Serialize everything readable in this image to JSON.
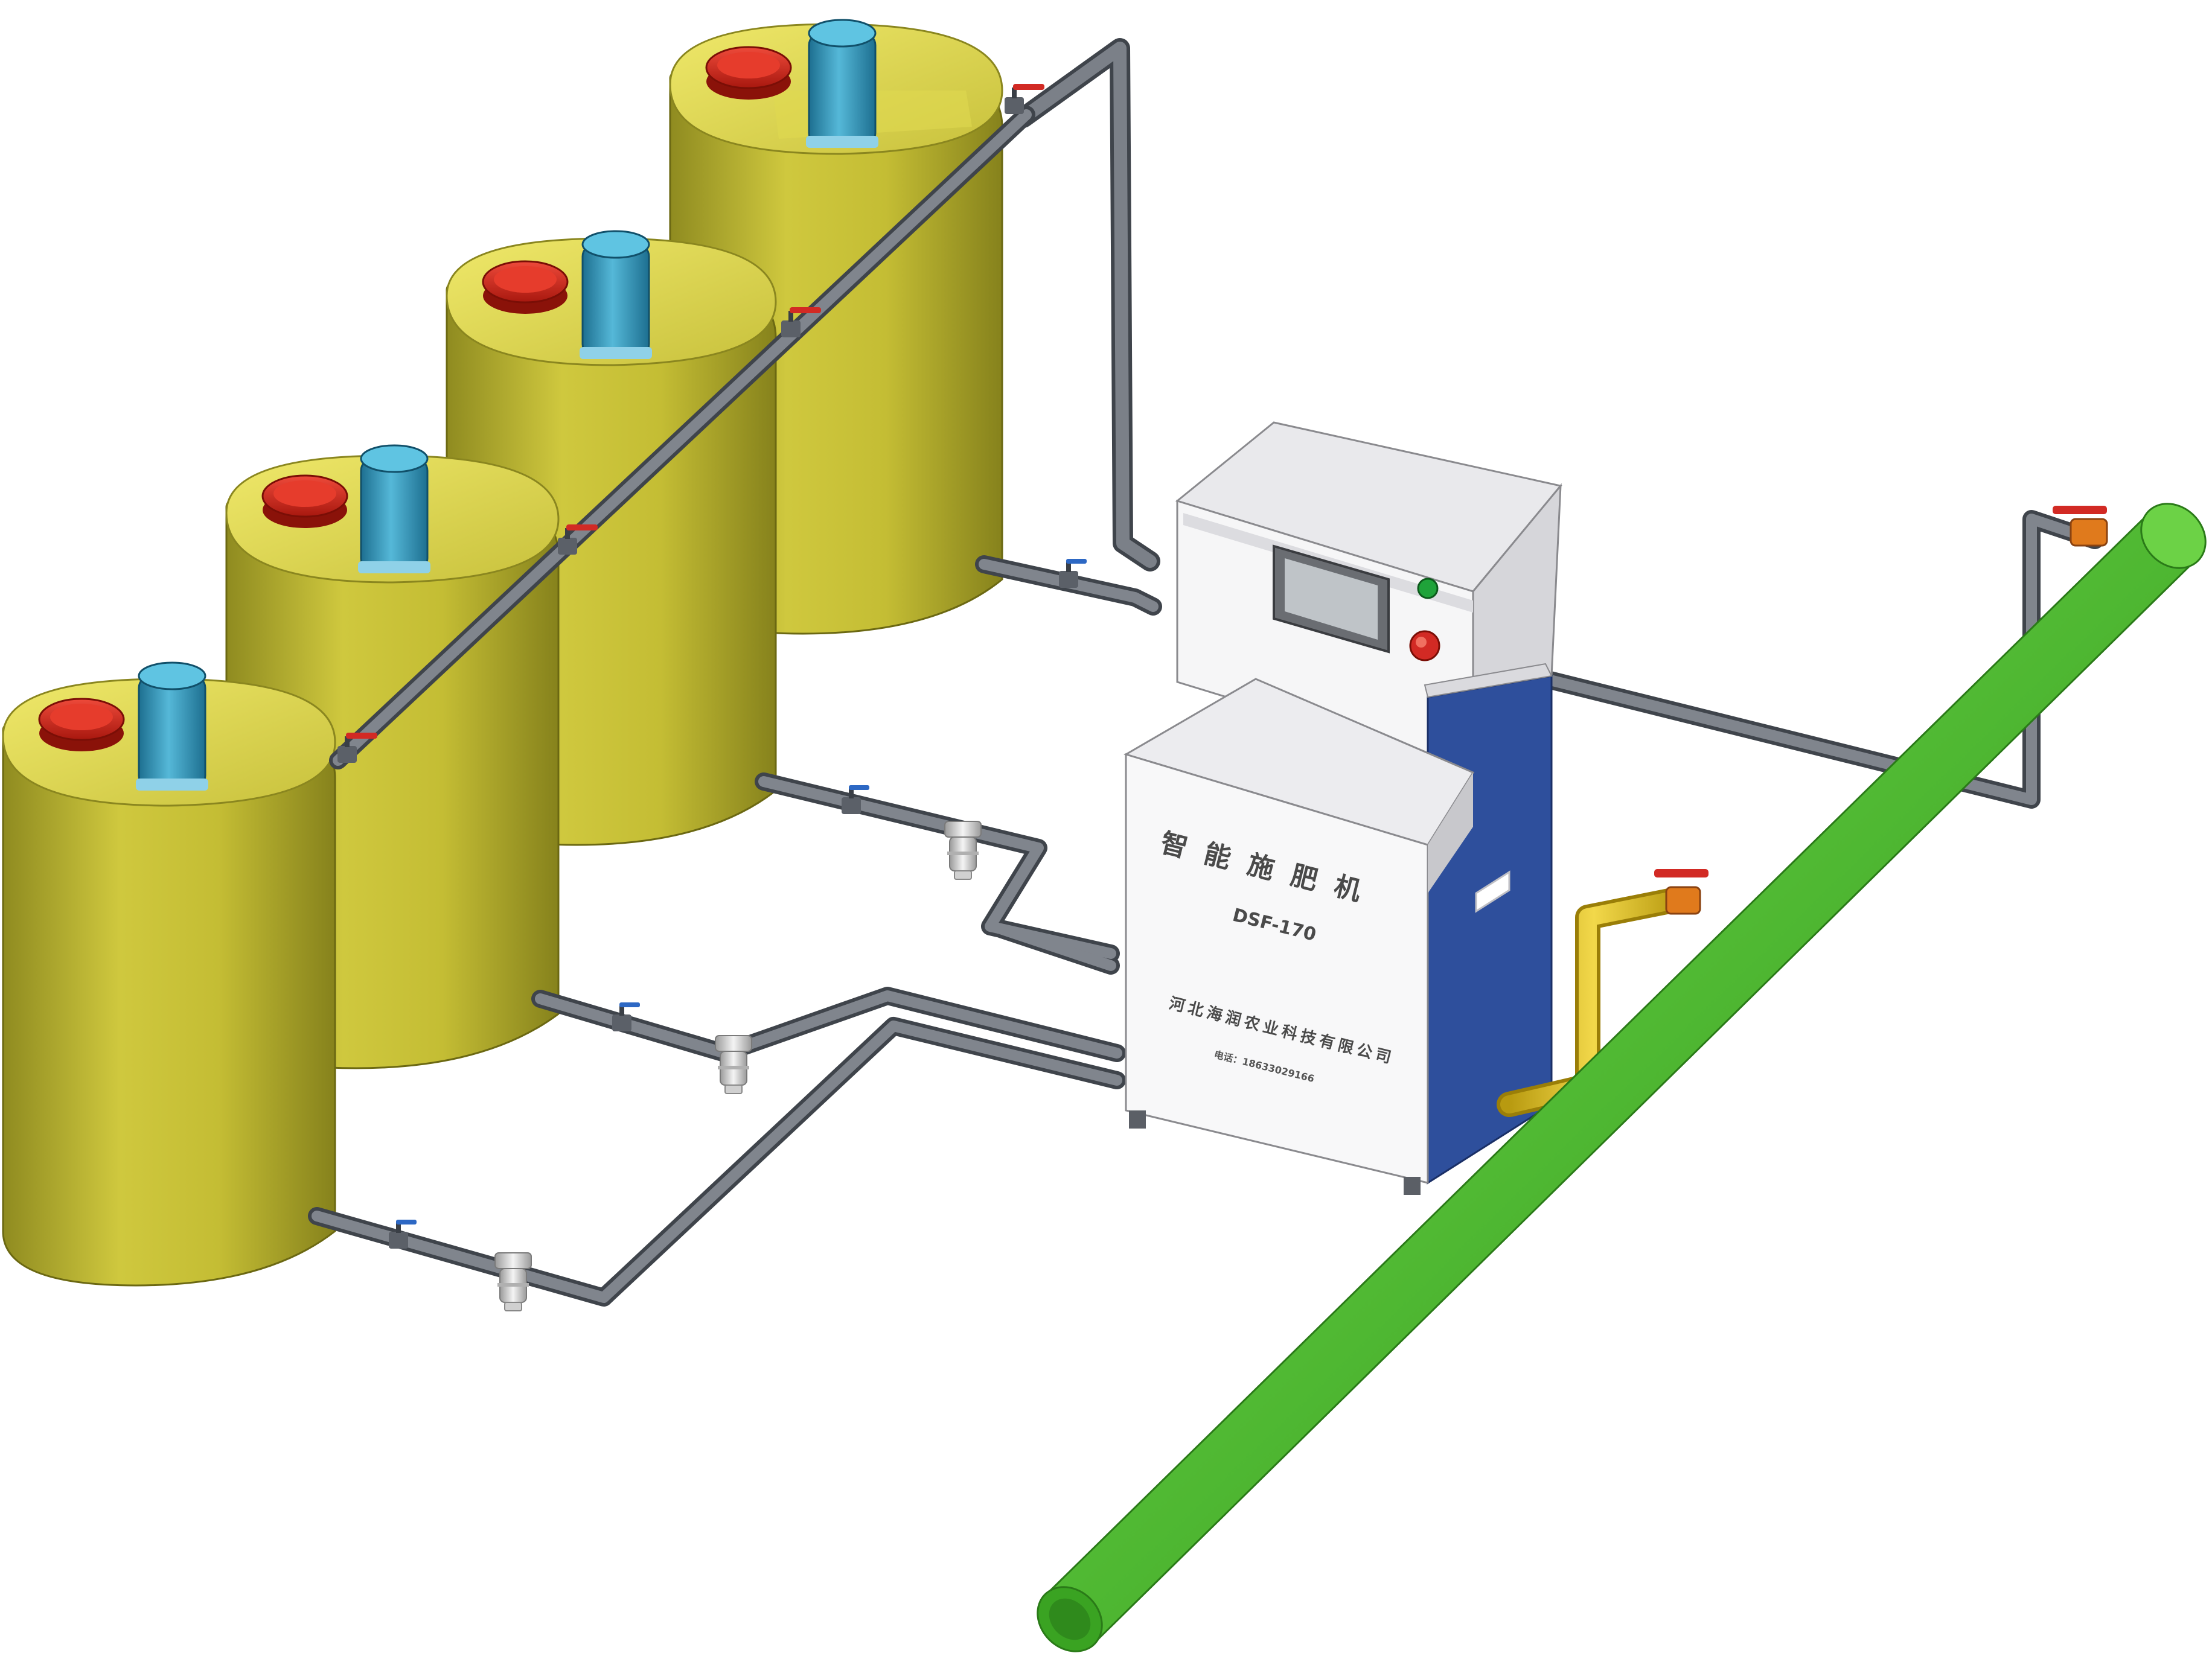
{
  "machine": {
    "name": "智能施肥机",
    "model": "DSF-170",
    "company": "河北海润农业科技有限公司",
    "phone": "电话：18633029166"
  },
  "tanks": [
    {
      "lid_color": "#d42a1e",
      "motor_color": "#2d8fb0"
    },
    {
      "lid_color": "#d42a1e",
      "motor_color": "#2d8fb0"
    },
    {
      "lid_color": "#d42a1e",
      "motor_color": "#2d8fb0"
    },
    {
      "lid_color": "#d42a1e",
      "motor_color": "#2d8fb0"
    }
  ],
  "colors": {
    "tank": "#c9c23a",
    "tank_dark": "#8e8a20",
    "pipe": "#6f747b",
    "main_pipe": "#4fb832",
    "cabinet": "#f4f4f4",
    "cabinet_side": "#2e4f9c",
    "feed_pipe": "#e2c22a",
    "valve_handle": "#d22a24",
    "valve_body": "#e07a1c"
  }
}
